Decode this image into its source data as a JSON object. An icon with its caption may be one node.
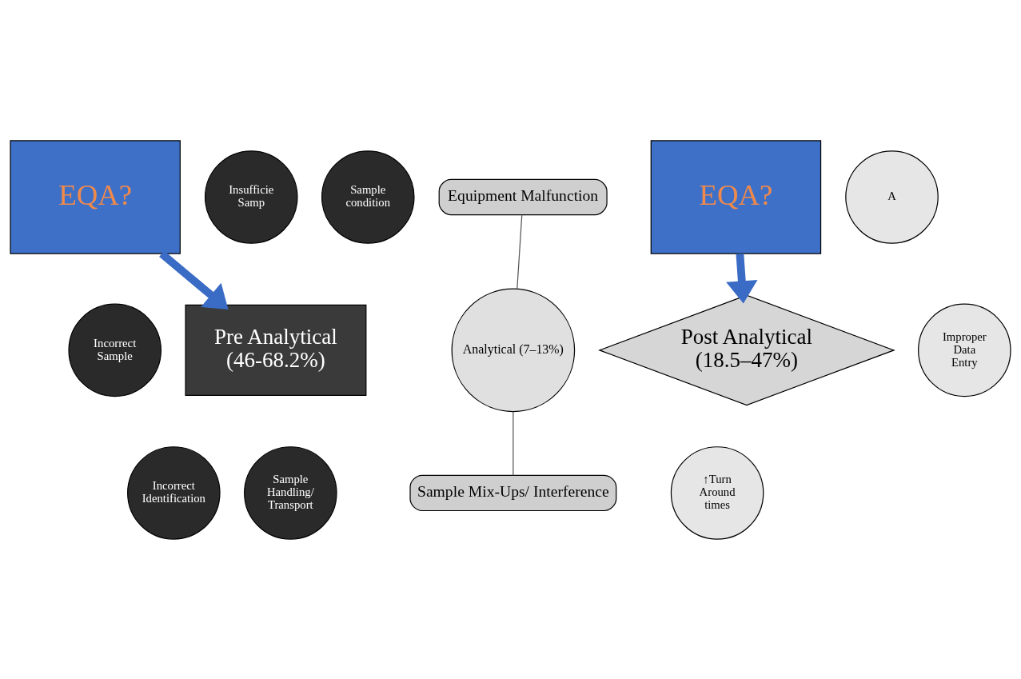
{
  "diagram": {
    "nodes": [
      {
        "text": [
          "EQA?"
        ]
      },
      {
        "text": [
          "Equipment Malfunction"
        ]
      },
      {
        "text": [
          "EQA?"
        ]
      },
      {
        "text": [
          "Insufficie Samp"
        ]
      },
      {
        "text": [
          "Sample condition"
        ]
      },
      {
        "text": [
          "A"
        ]
      },
      {
        "text": [
          "Incorrect Sample"
        ]
      },
      {
        "text": [
          "Pre Analytical",
          "(46-68.2%)"
        ]
      },
      {
        "text": [
          "Analytical (7–13%)"
        ]
      },
      {
        "text": [
          "Post Analytical",
          "(18.5–47%)"
        ]
      },
      {
        "text": [
          "Improper Data Entry"
        ]
      },
      {
        "text": [
          "Incorrect Identification"
        ]
      },
      {
        "text": [
          "Sample Handling/ Transport"
        ]
      },
      {
        "text": [
          "↑Turn Around times"
        ]
      },
      {
        "text": [
          "Sample Mix-Ups/ Interference"
        ]
      }
    ],
    "edges": [
      {
        "from": 0,
        "to": 7,
        "arrow": "to",
        "style": "thick",
        "color": "#3a6cc6"
      },
      {
        "from": 2,
        "to": 9,
        "arrow": "to",
        "style": "thick",
        "color": "#3a6cc6"
      },
      {
        "from": 1,
        "to": 8,
        "arrow": "none",
        "color": "#555555"
      },
      {
        "from": 8,
        "to": 14,
        "arrow": "none",
        "color": "#555555"
      }
    ]
  }
}
